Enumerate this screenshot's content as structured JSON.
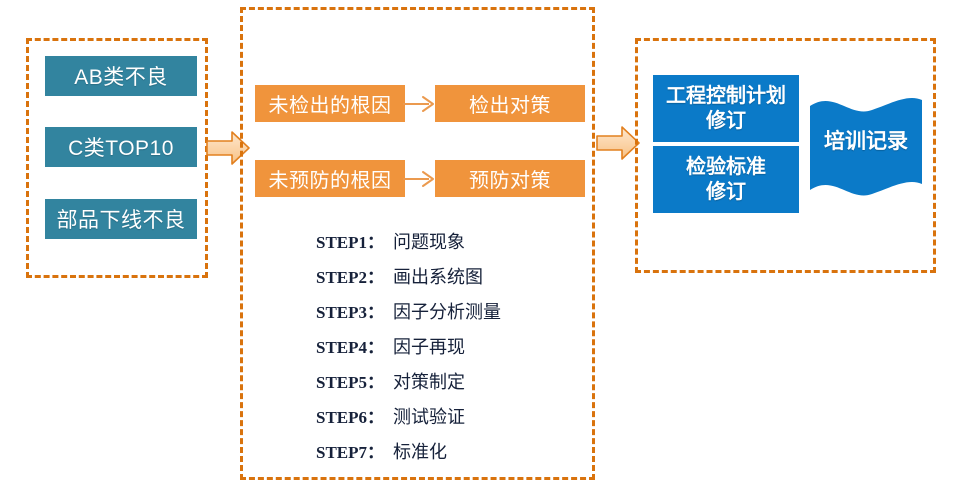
{
  "colors": {
    "panel_border": "#d9730d",
    "teal": "#32849f",
    "orange": "#f0943c",
    "blue": "#0b7ac8",
    "arrow_fill": "#fbd9b4",
    "arrow_stroke": "#e2801f",
    "text_light": "#ffffff",
    "text_dark": "#16213a"
  },
  "input_panel": {
    "items": [
      {
        "label": "AB类不良"
      },
      {
        "label": "C类TOP10"
      },
      {
        "label": "部品下线不良"
      }
    ]
  },
  "connectors": {
    "input_to_analysis": "block-arrow-right",
    "analysis_to_output": "block-arrow-right",
    "cause_to_action": "thin-arrow-right"
  },
  "analysis_panel": {
    "rows": [
      {
        "cause": "未检出的根因",
        "action": "检出对策"
      },
      {
        "cause": "未预防的根因",
        "action": "预防对策"
      }
    ],
    "steps": [
      {
        "key": "STEP1：",
        "value": "问题现象"
      },
      {
        "key": "STEP2：",
        "value": "画出系统图"
      },
      {
        "key": "STEP3：",
        "value": "因子分析测量"
      },
      {
        "key": "STEP4：",
        "value": "因子再现"
      },
      {
        "key": "STEP5：",
        "value": "对策制定"
      },
      {
        "key": "STEP6：",
        "value": "测试验证"
      },
      {
        "key": "STEP7：",
        "value": "标准化"
      }
    ]
  },
  "output_panel": {
    "boxes": [
      {
        "label": "工程控制计划\n修订"
      },
      {
        "label": "检验标准\n修订"
      }
    ],
    "banner": {
      "label": "培训记录"
    }
  }
}
